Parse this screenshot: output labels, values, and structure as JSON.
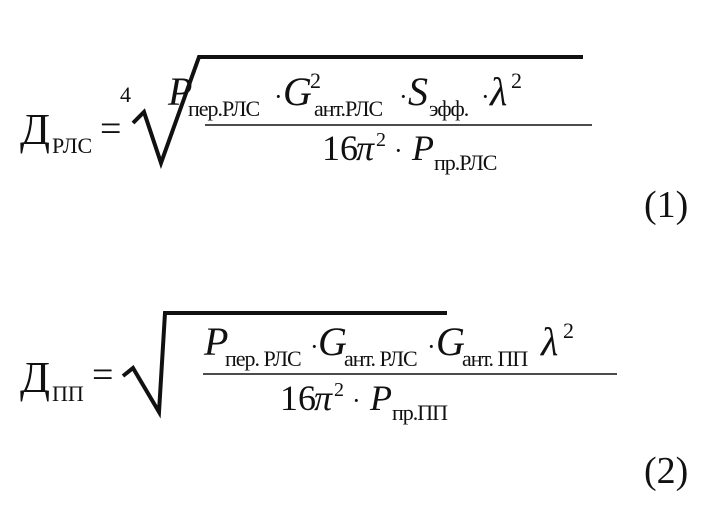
{
  "formula1": {
    "lhs_symbol": "Д",
    "lhs_subscript": "РЛС",
    "equals": "=",
    "root_index": "4",
    "numerator": {
      "p_symbol": "P",
      "p_subscript": "пер.РЛС",
      "dot1": "·",
      "g_symbol": "G",
      "g_superscript": "2",
      "g_subscript": "ант.РЛС",
      "dot2": "·",
      "s_symbol": "S",
      "s_subscript": "эфф.",
      "dot3": "·",
      "lambda": "λ",
      "lambda_superscript": "2"
    },
    "denominator": {
      "coef": "16",
      "pi": "π",
      "pi_superscript": "2",
      "dot": "·",
      "p_symbol": "P",
      "p_subscript": "пр.РЛС"
    },
    "number": "(1)"
  },
  "formula2": {
    "lhs_symbol": "Д",
    "lhs_subscript": "ПП",
    "equals": "=",
    "numerator": {
      "p_symbol": "P",
      "p_subscript": "пер. РЛС",
      "dot1": "·",
      "g1_symbol": "G",
      "g1_subscript": "ант. РЛС",
      "dot2": "·",
      "g2_symbol": "G",
      "g2_subscript": "ант. ПП",
      "lambda": "λ",
      "lambda_superscript": "2"
    },
    "denominator": {
      "coef": "16",
      "pi": "π",
      "pi_superscript": "2",
      "dot": "·",
      "p_symbol": "P",
      "p_subscript": "пр.ПП"
    },
    "number": "(2)"
  },
  "colors": {
    "ink": "#111111",
    "background": "#ffffff"
  }
}
